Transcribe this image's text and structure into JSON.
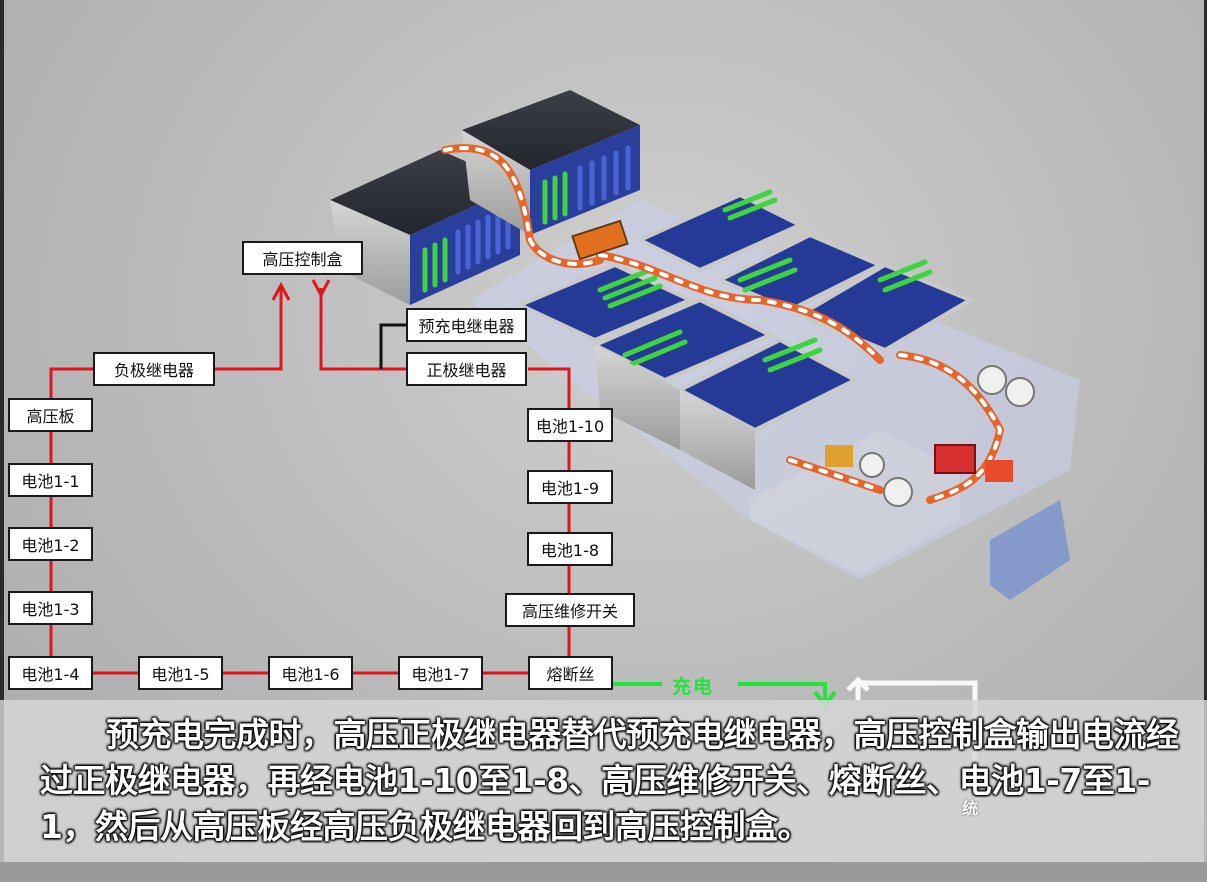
{
  "diagram": {
    "labels": {
      "hv_control_box": "高压控制盒",
      "precharge_relay": "预充电继电器",
      "positive_relay": "正极继电器",
      "negative_relay": "负极继电器",
      "hv_board": "高压板",
      "battery_1_1": "电池1-1",
      "battery_1_2": "电池1-2",
      "battery_1_3": "电池1-3",
      "battery_1_4": "电池1-4",
      "battery_1_5": "电池1-5",
      "battery_1_6": "电池1-6",
      "battery_1_7": "电池1-7",
      "battery_1_8": "电池1-8",
      "battery_1_9": "电池1-9",
      "battery_1_10": "电池1-10",
      "hv_service_switch": "高压维修开关",
      "fuse": "熔断丝"
    },
    "charge_label": "充电",
    "side_chars": [
      "统"
    ],
    "colors": {
      "wire": "#e0141b",
      "charge_path": "#22e53a",
      "module_blue": "#2a3f9c",
      "cell_green": "#3ed43e",
      "cable_orange": "#e8652a"
    }
  },
  "caption": {
    "text": "预充电完成时，高压正极继电器替代预充电继电器，高压控制盒输出电流经过正极继电器，再经电池1-10至1-8、高压维修开关、熔断丝、电池1-7至1-1，然后从高压板经高压负极继电器回到高压控制盒。"
  }
}
